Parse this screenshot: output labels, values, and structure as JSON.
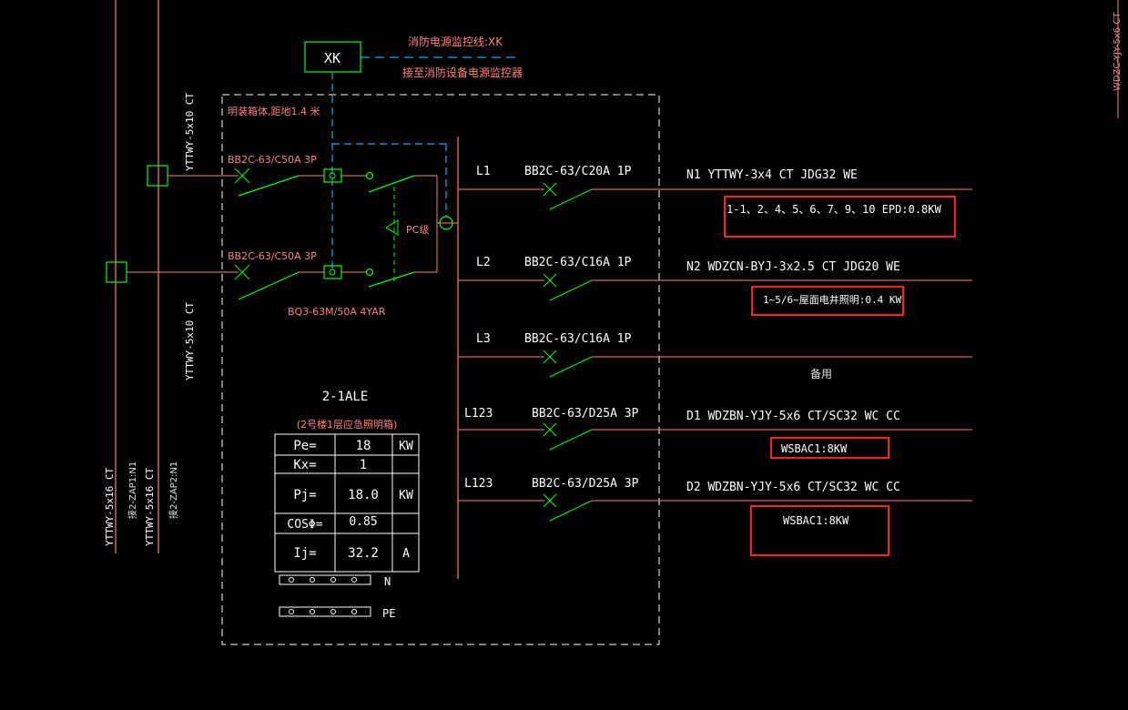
{
  "xk_box": "XK",
  "fire_text": [
    "消防电源监控线:XK",
    "接至消防设备电源监控器"
  ],
  "enclosure_note": "明装箱体,距地1.4 米",
  "feeder_labels": {
    "cable_top": "YTTWY-5x10 CT",
    "cable_bottom": "YTTWY-5x10 CT",
    "left_1": "YTTWY-5x16 CT",
    "left_2": "接2-ZAP1:N1",
    "left_3": "YTTWY-5x16 CT",
    "left_4": "接2-ZAP2:N1",
    "right_edge": "WDZC-YJY-5x6 CT"
  },
  "incomers": [
    {
      "breaker": "BB2C-63/C50A 3P"
    },
    {
      "breaker": "BB2C-63/C50A 3P"
    }
  ],
  "ats_label": "BQ3-63M/50A 4YAR",
  "pc_label": "PC级",
  "panel": {
    "name": "2-1ALE",
    "subtitle": "(2号楼1层应急照明箱)"
  },
  "table": [
    {
      "label": "Pe=",
      "value": "18",
      "unit": "KW"
    },
    {
      "label": "Kx=",
      "value": "1",
      "unit": ""
    },
    {
      "label": "Pj=",
      "value": "18.0",
      "unit": "KW"
    },
    {
      "label": "COSΦ=",
      "value": "0.85",
      "unit": ""
    },
    {
      "label": "Ij=",
      "value": "32.2",
      "unit": "A"
    }
  ],
  "terminals": {
    "n": "N",
    "pe": "PE"
  },
  "circuits": [
    {
      "phase": "L1",
      "breaker": "BB2C-63/C20A 1P",
      "cable": "N1  YTTWY-3x4  CT  JDG32  WE",
      "load": "1-1、2、4、5、6、7、9、10 EPD:0.8KW"
    },
    {
      "phase": "L2",
      "breaker": "BB2C-63/C16A 1P",
      "cable": "N2  WDZCN-BYJ-3x2.5  CT  JDG20  WE",
      "load": "1~5/6~屋面电井照明:0.4 KW"
    },
    {
      "phase": "L3",
      "breaker": "BB2C-63/C16A 1P",
      "cable": "",
      "load": "备用"
    },
    {
      "phase": "L123",
      "breaker": "BB2C-63/D25A 3P",
      "cable": "D1  WDZBN-YJY-5x6  CT/SC32  WC  CC",
      "load": "WSBAC1:8KW"
    },
    {
      "phase": "L123",
      "breaker": "BB2C-63/D25A 3P",
      "cable": "D2  WDZBN-YJY-5x6  CT/SC32  WC  CC",
      "load": "WSBAC1:8KW"
    }
  ]
}
